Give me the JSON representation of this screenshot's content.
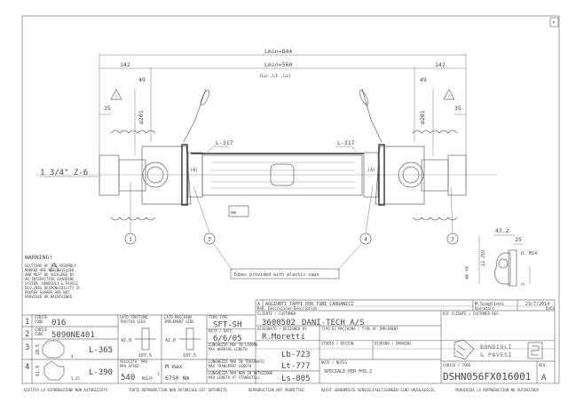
{
  "sheet": {
    "corner_mark": "*",
    "dimensions": {
      "overall": "Lmin=844",
      "inner": "Lmin=560",
      "inner_sub": "(Lu ,Lt ,Ls)",
      "left_end": "142",
      "right_end": "142",
      "left_49": "49",
      "right_49": "49",
      "left_35": "35",
      "right_35": "35",
      "left_dia": "ø201",
      "right_dia": "ø201",
      "spline": "1 3/4\" Z-6",
      "tube_left": "L-317",
      "tube_right": "L-317",
      "marker_a_left": "(A)",
      "marker_a_right": "(A)"
    },
    "balloons": [
      "1",
      "3",
      "4",
      "2"
    ],
    "tube_note": "Tubes provided with plastic caps",
    "detail": {
      "d1": "43.2",
      "d2": "25",
      "d3": "12 JS9",
      "d4": "40 f8",
      "d5": "U. M14",
      "d6": "3"
    },
    "warning": {
      "title": "WARNING!",
      "lines": [
        "SECTIONS    OF THE ASSEMBLY",
        "MARKED      ARE NOT SHIELDED",
        "AND MUST BE SHIELDED BY",
        "AN INTERACTIVE GUARDING",
        "SYSTEM. BONDIOLI & PAVESI",
        "DECLINES RESPONSIBILITY IF",
        "PROPER GUARDS ARE NOT",
        "PROVIDED OR MAINTAINED."
      ]
    },
    "parts": [
      {
        "num": "1",
        "label": "CODICE\nCODE",
        "label1": "CODICE",
        "label2": "CODE",
        "value": "016"
      },
      {
        "num": "2",
        "label1": "CODICE",
        "label2": "CODE",
        "value": "5090NE401"
      },
      {
        "num": "3",
        "dim_side": "20.5",
        "dim_bottom": "4",
        "length": "L-365"
      },
      {
        "num": "4",
        "dim_side": "61.9",
        "dim_bottom": "5.25",
        "length": "L-390"
      }
    ],
    "tractor_side": {
      "label1": "LATO TRATTORE",
      "label2": "TRACTOR SIDE",
      "d1": "42.0",
      "d2": "107.5"
    },
    "implement_side": {
      "label1": "LATO MACCHINA",
      "label2": "IMPLEMENT SIDE",
      "d1": "42.0",
      "d2": "107.5"
    },
    "speed": {
      "label1": "VELOCITA' MAX",
      "label2": "MAX SPEED",
      "value": "540",
      "unit": "min",
      "exp": "-1"
    },
    "torque": {
      "label": "M max",
      "value": "6750 Nm"
    },
    "tube_type": {
      "label": "TIPO TYPE",
      "value": "SFT-SH"
    },
    "date": {
      "label": "DATA / DATE",
      "value": "6/6/05"
    },
    "lengths": [
      {
        "label1": "LUNGHEZZA MAX IN LAVORO",
        "label2": "MAX WORKING LENGTH",
        "value": "Lb-723"
      },
      {
        "label1": "LUNGHEZZA MAX IN TRASPORTO",
        "label2": "MAX TRANSPORT LENGTH",
        "value": "Lt-777"
      },
      {
        "label1": "LUNGHEZZA MAX NON IN ROTAZIONE",
        "label2": "MAX LENGTH AT STANDSTILL",
        "value": "Ls-805"
      }
    ],
    "revision": {
      "rev": "A",
      "description": "AGGIUNTI TAPPI PER TUBI CARDANICI",
      "header": "Rev. Descrizione Description",
      "author": "M.Scaglioni",
      "author_label": "Operatore",
      "date": "23/7/2014",
      "date_label": "Data"
    },
    "client": {
      "label": "CLIENTE / CUSTOMER",
      "code": "3600502",
      "name": "DANI-TECH A/S"
    },
    "designer": {
      "label": "DISEGNATO / DESIGNED BY",
      "value": "R.Moretti"
    },
    "machine_type": {
      "label": "TIPO DI MACCHINA / TYPE OF IMPLEMENT"
    },
    "study": {
      "label": "STUDIO / DESIGN"
    },
    "drawing": {
      "label": "DISEGNO / DRAWING"
    },
    "notes": {
      "label": "NOTE / NOTES",
      "value": "SPECIALE PER POS.2"
    },
    "customer_ref": {
      "label": "RIF.CLIENTE / CUSTOMER REF."
    },
    "logo": {
      "line1": "BONDIOLI",
      "line2": "& PAVESI"
    },
    "code": {
      "label": "CODICE / CODE",
      "value": "DSHN056FX016001"
    },
    "rev_box": {
      "label": "REV.",
      "value": "A"
    },
    "footer": [
      "VIETATA LA RIPRODUZIONE NON AUTORIZZATA",
      "TOUTE REPRODUCTION NON AUTORISEE EST INTERDITE",
      "REPRODUCTION NOT PERMITTED",
      "NICHT GENEHMIGTE VERVIELFAELTIGUNGEN SIND UNZULAESSIG",
      "PROHIBIDA LA REPRODUCCION NO AUTORIZADA"
    ]
  }
}
